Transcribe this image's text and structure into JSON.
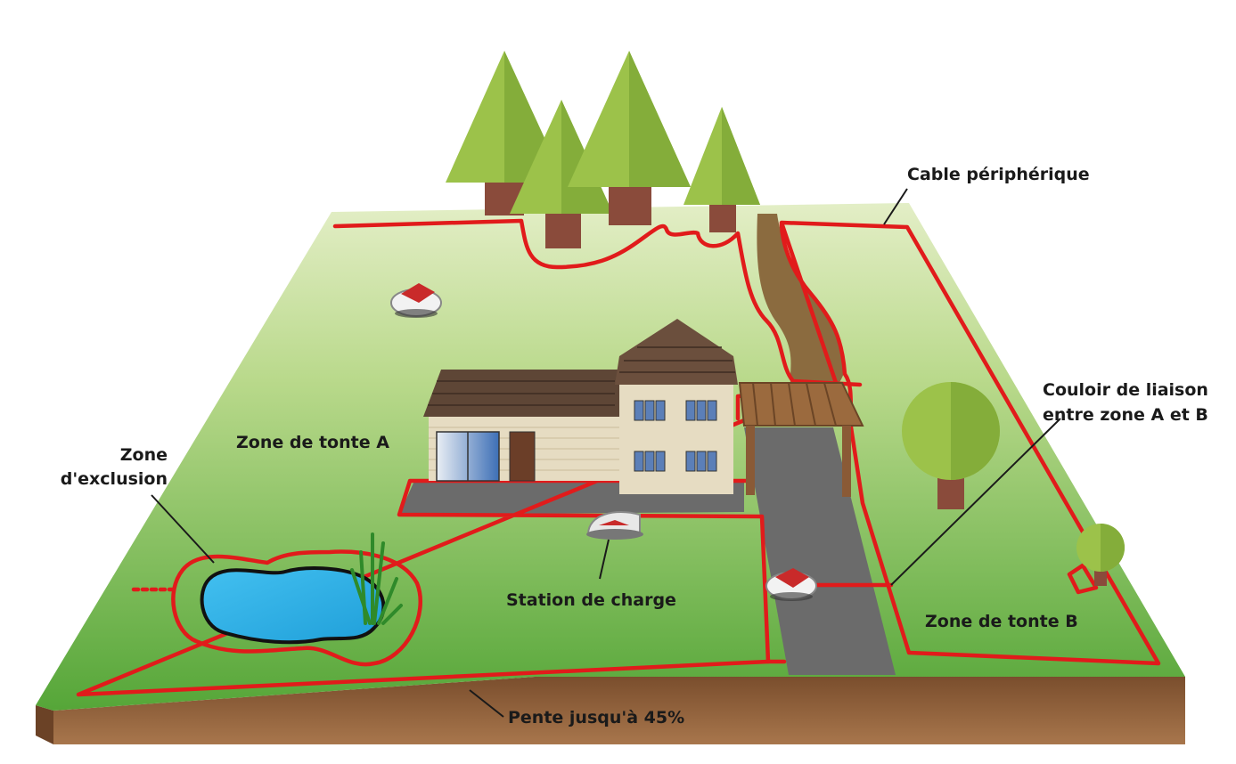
{
  "labels": {
    "cable": "Cable périphérique",
    "zone_a": "Zone de tonte A",
    "exclusion_line1": "Zone",
    "exclusion_line2": "d'exclusion",
    "corridor_line1": "Couloir de liaison",
    "corridor_line2": "entre zone A et B",
    "station": "Station de charge",
    "zone_b": "Zone de tonte B",
    "slope": "Pente jusqu'à 45%"
  },
  "colors": {
    "cable": "#e11b1b",
    "lawn_light": "#dbe9b8",
    "lawn_dark": "#5daa3c",
    "soil": "#8a5a36",
    "water": "#29aee8",
    "asphalt": "#6b6b6b",
    "path": "#8b6b3f",
    "tree_foliage": "#9cc24a",
    "tree_trunk": "#8a4b3b"
  },
  "icons": [
    "robot-mower-icon",
    "charging-station-icon",
    "tree-icon",
    "house-icon",
    "carport-icon",
    "pond-icon",
    "reed-icon"
  ]
}
